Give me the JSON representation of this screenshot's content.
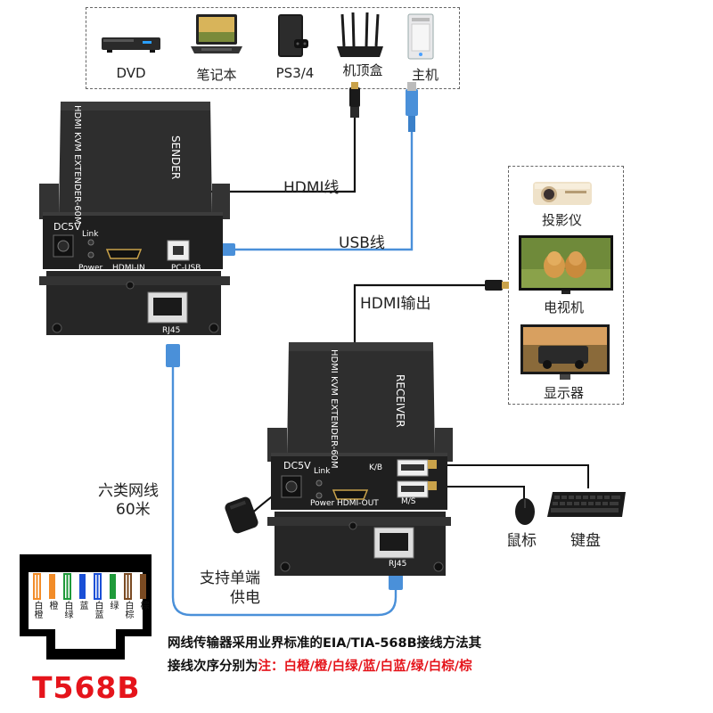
{
  "sources": {
    "items": [
      {
        "label": "DVD",
        "icon": "dvd-player-icon"
      },
      {
        "label": "笔记本",
        "icon": "laptop-icon"
      },
      {
        "label": "PS3/4",
        "icon": "game-console-icon"
      },
      {
        "label": "机顶盒",
        "icon": "router-icon"
      },
      {
        "label": "主机",
        "icon": "pc-tower-icon"
      }
    ]
  },
  "displays": {
    "items": [
      {
        "label": "投影仪",
        "icon": "projector-icon"
      },
      {
        "label": "电视机",
        "icon": "tv-icon"
      },
      {
        "label": "显示器",
        "icon": "monitor-icon"
      }
    ]
  },
  "sender": {
    "brand": "HDMI KVM EXTENDER-60M",
    "role": "SENDER",
    "dc": "DC5V",
    "link": "Link",
    "power": "Power",
    "hdmi_port": "HDMI-IN",
    "usb_port": "PC-USB",
    "rj45": "RJ45"
  },
  "receiver": {
    "brand": "HDMI KVM EXTENDER-60M",
    "role": "RECEIVER",
    "dc": "DC5V",
    "link": "Link",
    "power": "Power",
    "hdmi_port": "HDMI-OUT",
    "kb": "K/B",
    "ms": "M/S",
    "rj45": "RJ45"
  },
  "cables": {
    "hdmi": "HDMI线",
    "usb": "USB线",
    "hdmi_out": "HDMI输出",
    "network_line1": "六类网线",
    "network_line2": "60米",
    "power_line1": "支持单端",
    "power_line2": "供电"
  },
  "peripherals": {
    "mouse": "鼠标",
    "keyboard": "键盘"
  },
  "wiring": {
    "pins": [
      "白橙",
      "橙",
      "白绿",
      "蓝",
      "白蓝",
      "绿",
      "白棕",
      "棕"
    ],
    "pin_colors": [
      "#f28c28",
      "#f28c28",
      "#1f9a3a",
      "#1a4fd6",
      "#1a4fd6",
      "#1f9a3a",
      "#7a4a22",
      "#7a4a22"
    ],
    "standard": "T568B"
  },
  "caption": {
    "line1": "网线传输器采用业界标准的EIA/TIA-568B接线方法其",
    "line2_prefix": "接线次序分别为",
    "line2_note": "注：白橙/橙/白绿/蓝/白蓝/绿/白棕/棕"
  },
  "colors": {
    "hdmi_cable": "#111111",
    "usb_cable": "#4a90d9",
    "network_cable": "#4a90d9",
    "accent_red": "#e5141b"
  }
}
